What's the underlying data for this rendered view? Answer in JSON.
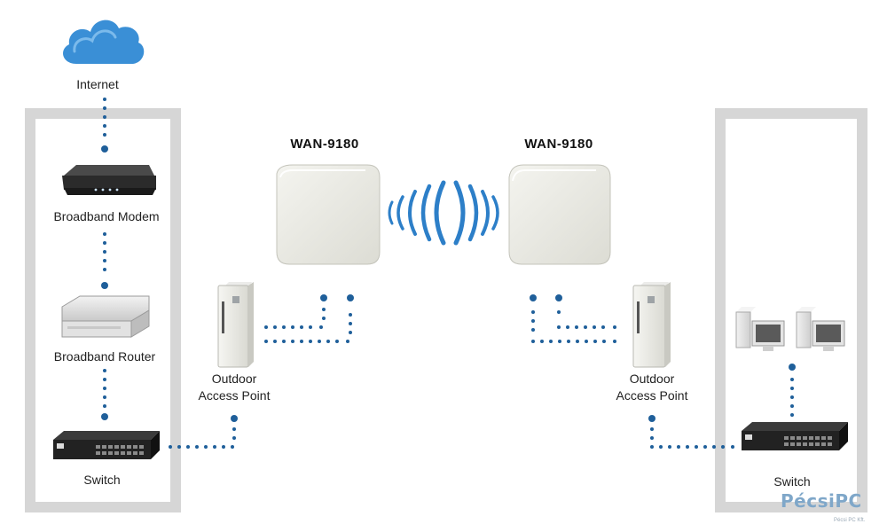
{
  "colors": {
    "frame": "#d6d6d6",
    "dot": "#1f5f9a",
    "cloud": "#3a8fd6",
    "signal": "#2d7fc8"
  },
  "labels": {
    "internet": "Internet",
    "modem": "Broadband Modem",
    "router": "Broadband Router",
    "switch_left": "Switch",
    "ap_left_line1": "Outdoor",
    "ap_left_line2": "Access Point",
    "wan_left": "WAN-9180",
    "wan_right": "WAN-9180",
    "ap_right_line1": "Outdoor",
    "ap_right_line2": "Access Point",
    "switch_right": "Switch"
  },
  "watermark": {
    "text": "PécsiPC",
    "sub": "Pécsi PC Kft."
  },
  "icons": [
    "cloud-icon",
    "modem-icon",
    "router-icon",
    "switch-icon",
    "access-point-icon",
    "panel-antenna-icon",
    "signal-waves-icon",
    "desktop-pc-icon"
  ]
}
